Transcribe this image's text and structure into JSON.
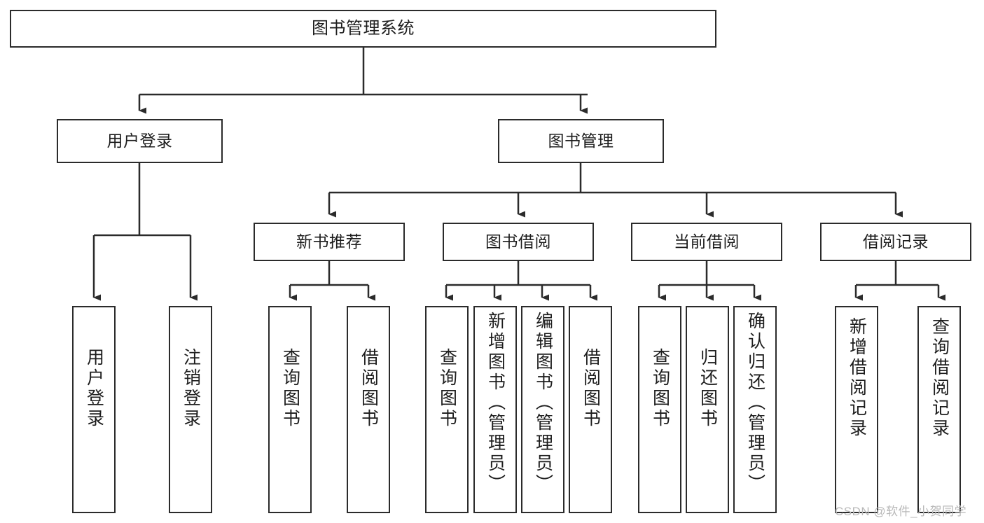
{
  "diagram": {
    "title": "图书管理系统",
    "type": "tree-hierarchy",
    "colors": {
      "box_border": "#2b2b2b",
      "box_fill": "#ffffff",
      "edge": "#2b2b2b",
      "text": "#1d1d1d",
      "watermark": "#b9b9b9"
    },
    "nodes": {
      "root": {
        "label": "图书管理系统"
      },
      "level2": [
        {
          "label": "用户登录"
        },
        {
          "label": "图书管理"
        }
      ],
      "level3": [
        {
          "label": "新书推荐"
        },
        {
          "label": "图书借阅"
        },
        {
          "label": "当前借阅"
        },
        {
          "label": "借阅记录"
        }
      ],
      "leaves": {
        "user_login": [
          {
            "label": "用户登录"
          },
          {
            "label": "注销登录"
          }
        ],
        "new_book_recommend": [
          {
            "label": "查询图书"
          },
          {
            "label": "借阅图书"
          }
        ],
        "book_borrow": [
          {
            "label": "查询图书"
          },
          {
            "label": "新增图书（管理员）"
          },
          {
            "label": "编辑图书（管理员）"
          },
          {
            "label": "借阅图书"
          }
        ],
        "current_borrow": [
          {
            "label": "查询图书"
          },
          {
            "label": "归还图书"
          },
          {
            "label": "确认归还（管理员）"
          }
        ],
        "borrow_record": [
          {
            "label": "新增借阅记录"
          },
          {
            "label": "查询借阅记录"
          }
        ]
      }
    },
    "watermark": "CSDN @软件_小贺同学"
  }
}
